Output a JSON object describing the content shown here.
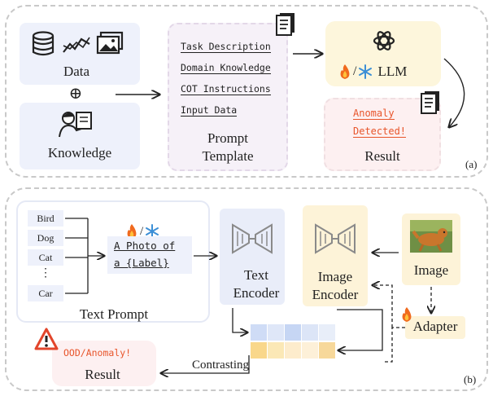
{
  "panel_a": {
    "tag": "(a)",
    "data_label": "Data",
    "plus_symbol": "⊕",
    "knowledge_label": "Knowledge",
    "prompt_items": [
      "Task Description",
      "Domain Knowledge",
      "COT Instructions",
      "Input Data"
    ],
    "prompt_label_1": "Prompt",
    "prompt_label_2": "Template",
    "llm_slash": "/",
    "llm_label": "LLM",
    "result_line_1": "Anomaly",
    "result_line_2": "Detected!",
    "result_label": "Result"
  },
  "panel_b": {
    "tag": "(b)",
    "classes": [
      "Bird",
      "Dog",
      "Cat",
      "⋮",
      "Car"
    ],
    "template_line_1": "A Photo of",
    "template_line_2": "a {Label}",
    "template_slash": "/",
    "text_prompt_label": "Text Prompt",
    "text_encoder_1": "Text",
    "text_encoder_2": "Encoder",
    "image_encoder_1": "Image",
    "image_encoder_2": "Encoder",
    "image_label": "Image",
    "adapter_label": "Adapter",
    "ood_text": "OOD/Anomaly!",
    "result_label": "Result",
    "contrasting_label": "Contrasting"
  },
  "colors": {
    "panel_border": "#c9c9c9",
    "data_box": "#eef1fb",
    "prompt_box": "#f6f1f8",
    "llm_box": "#fdf6dc",
    "result_box": "#fdf0f1",
    "encoder_text": "#e9edf9",
    "encoder_image": "#fdf3d8",
    "anomaly_text": "#e8552b",
    "warning": "#e2452b"
  }
}
